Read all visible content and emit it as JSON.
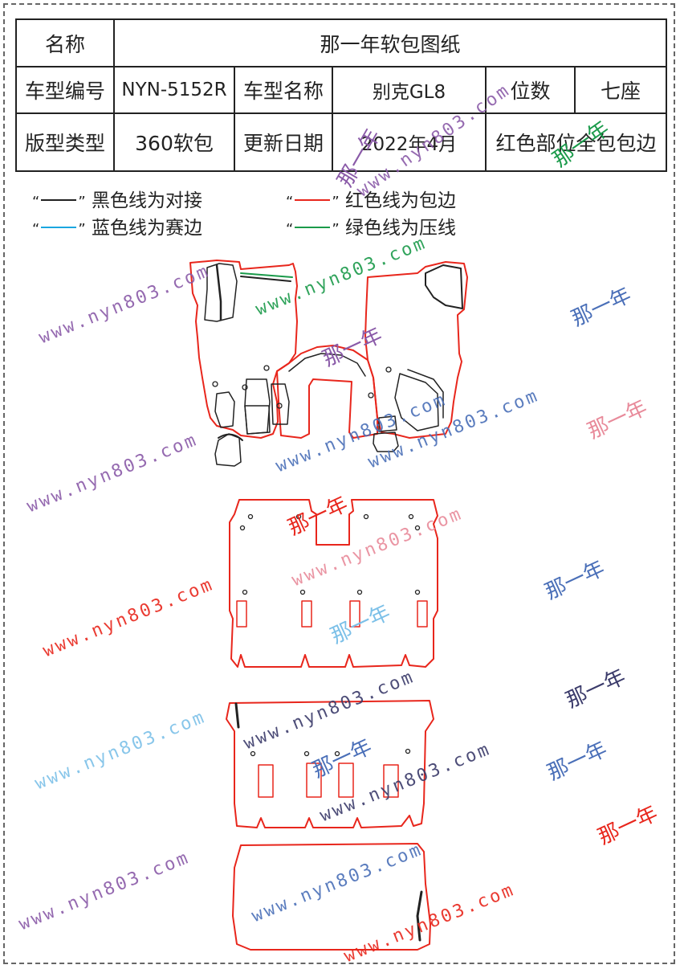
{
  "header": {
    "name_label": "名称",
    "name_value": "那一年软包图纸",
    "model_code_label": "车型编号",
    "model_code_value": "NYN-5152R",
    "model_name_label": "车型名称",
    "model_name_value": "别克GL8",
    "seats_label": "位数",
    "seats_value": "七座",
    "pattern_type_label": "版型类型",
    "pattern_type_value": "360软包",
    "update_date_label": "更新日期",
    "update_date_value": "2022年4月",
    "coverage_value": "红色部位全包包边"
  },
  "legend": {
    "open_quote": "“",
    "close_quote": "”",
    "black_text": "黑色线为对接",
    "red_text": "红色线为包边",
    "blue_text": "蓝色线为赛边",
    "green_text": "绿色线为压线",
    "colors": {
      "black": "#222222",
      "red": "#e8261c",
      "blue": "#1aa6e0",
      "green": "#1a9a4a"
    }
  },
  "watermarks": {
    "url_text": "www.nyn803.com",
    "cn_text": "那一年",
    "colors": [
      "#8a5aa8",
      "#e8261c",
      "#4a6fb8",
      "#7cc0e8",
      "#1a9a4a",
      "#3a3a6a",
      "#e88a9a",
      "#a878c8"
    ]
  }
}
